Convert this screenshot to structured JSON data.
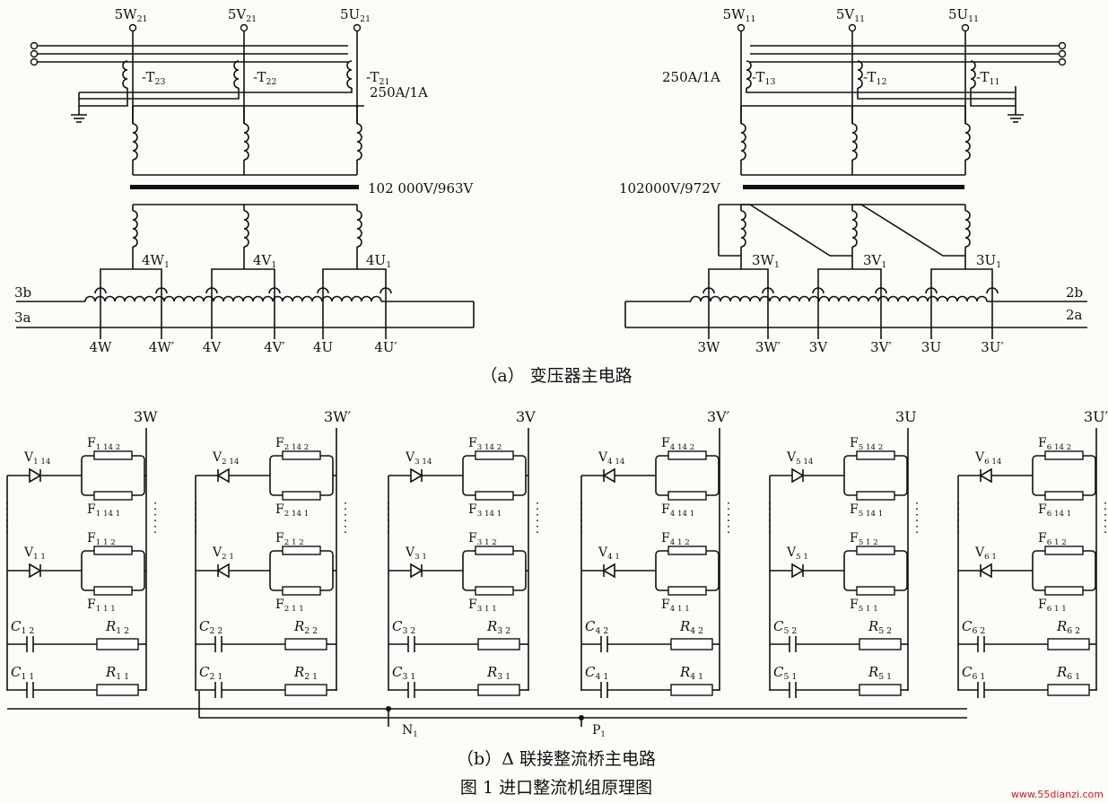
{
  "top_left": {
    "terminals": [
      "5W",
      "5V",
      "5U"
    ],
    "terminal_sub": "21",
    "ct_labels": [
      "-T",
      "-T",
      "-T"
    ],
    "ct_subs": [
      "23",
      "22",
      "21"
    ],
    "ct_ratio": "250A/1A",
    "transformer_ratio": "102 000V/963V",
    "taps": [
      "4W",
      "4V",
      "4U"
    ],
    "tap_sub": "1",
    "bus_labels": [
      "3b",
      "3a"
    ],
    "outputs": [
      "4W",
      "4W′",
      "4V",
      "4V′",
      "4U",
      "4U′"
    ]
  },
  "top_right": {
    "terminals": [
      "5W",
      "5V",
      "5U"
    ],
    "terminal_sub": "11",
    "ct_labels": [
      "-T",
      "-T",
      "-T"
    ],
    "ct_subs": [
      "13",
      "12",
      "11"
    ],
    "ct_ratio": "250A/1A",
    "transformer_ratio": "102000V/972V",
    "taps": [
      "3W",
      "3V",
      "3U"
    ],
    "tap_sub": "1",
    "bus_labels": [
      "2b",
      "2a"
    ],
    "outputs": [
      "3W",
      "3W′",
      "3V",
      "3V′",
      "3U",
      "3U′"
    ]
  },
  "caption_a": "（a） 变压器主电路",
  "bridge": {
    "arms": [
      {
        "phase": "3W",
        "n": "1"
      },
      {
        "phase": "3W′",
        "n": "2"
      },
      {
        "phase": "3V",
        "n": "3"
      },
      {
        "phase": "3V′",
        "n": "4"
      },
      {
        "phase": "3U",
        "n": "5"
      },
      {
        "phase": "3U′",
        "n": "6"
      }
    ],
    "bus_labels": [
      "N",
      "P"
    ],
    "bus_sub": "1"
  },
  "caption_b": "（b）Δ 联接整流桥主电路",
  "figure_title": "图 1    进口整流机组原理图",
  "watermark": "www.55dianzi.com"
}
